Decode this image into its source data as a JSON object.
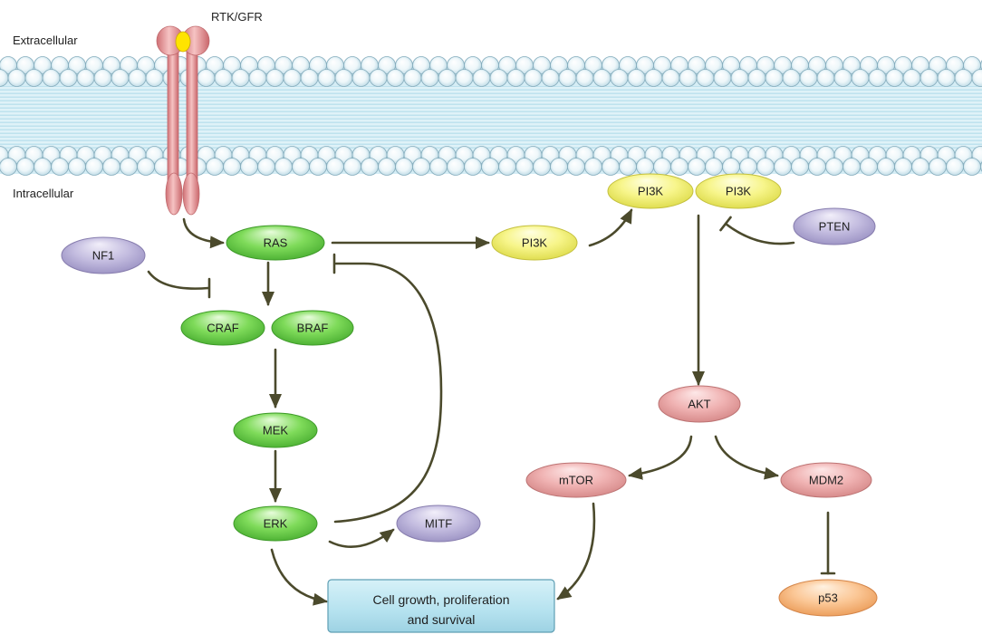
{
  "membrane": {
    "extracellular_label": "Extracellular",
    "intracellular_label": "Intracellular",
    "receptor_label": "RTK/GFR"
  },
  "nodes": {
    "nf1": "NF1",
    "ras": "RAS",
    "craf": "CRAF",
    "braf": "BRAF",
    "mek": "MEK",
    "erk": "ERK",
    "mitf": "MITF",
    "pi3k": "PI3K",
    "pi3k_complex_left": "PI3K",
    "pi3k_complex_right": "PI3K",
    "pten": "PTEN",
    "akt": "AKT",
    "mtor": "mTOR",
    "mdm2": "MDM2",
    "p53": "p53"
  },
  "outcome": {
    "line1": "Cell growth, proliferation",
    "line2": "and survival"
  },
  "colors": {
    "mapk_green": "#7fdb5a",
    "regulator_purple": "#c4bde0",
    "pi3k_yellow": "#f7f58a",
    "akt_pink": "#f0b3b3",
    "p53_orange": "#fbc796",
    "outcome_blue": "#b5e2ef",
    "arrow": "#4b4a2c",
    "membrane_blue": "#d5edf5",
    "receptor_pink": "#f6c3c3",
    "ligand_yellow": "#ffe400"
  }
}
